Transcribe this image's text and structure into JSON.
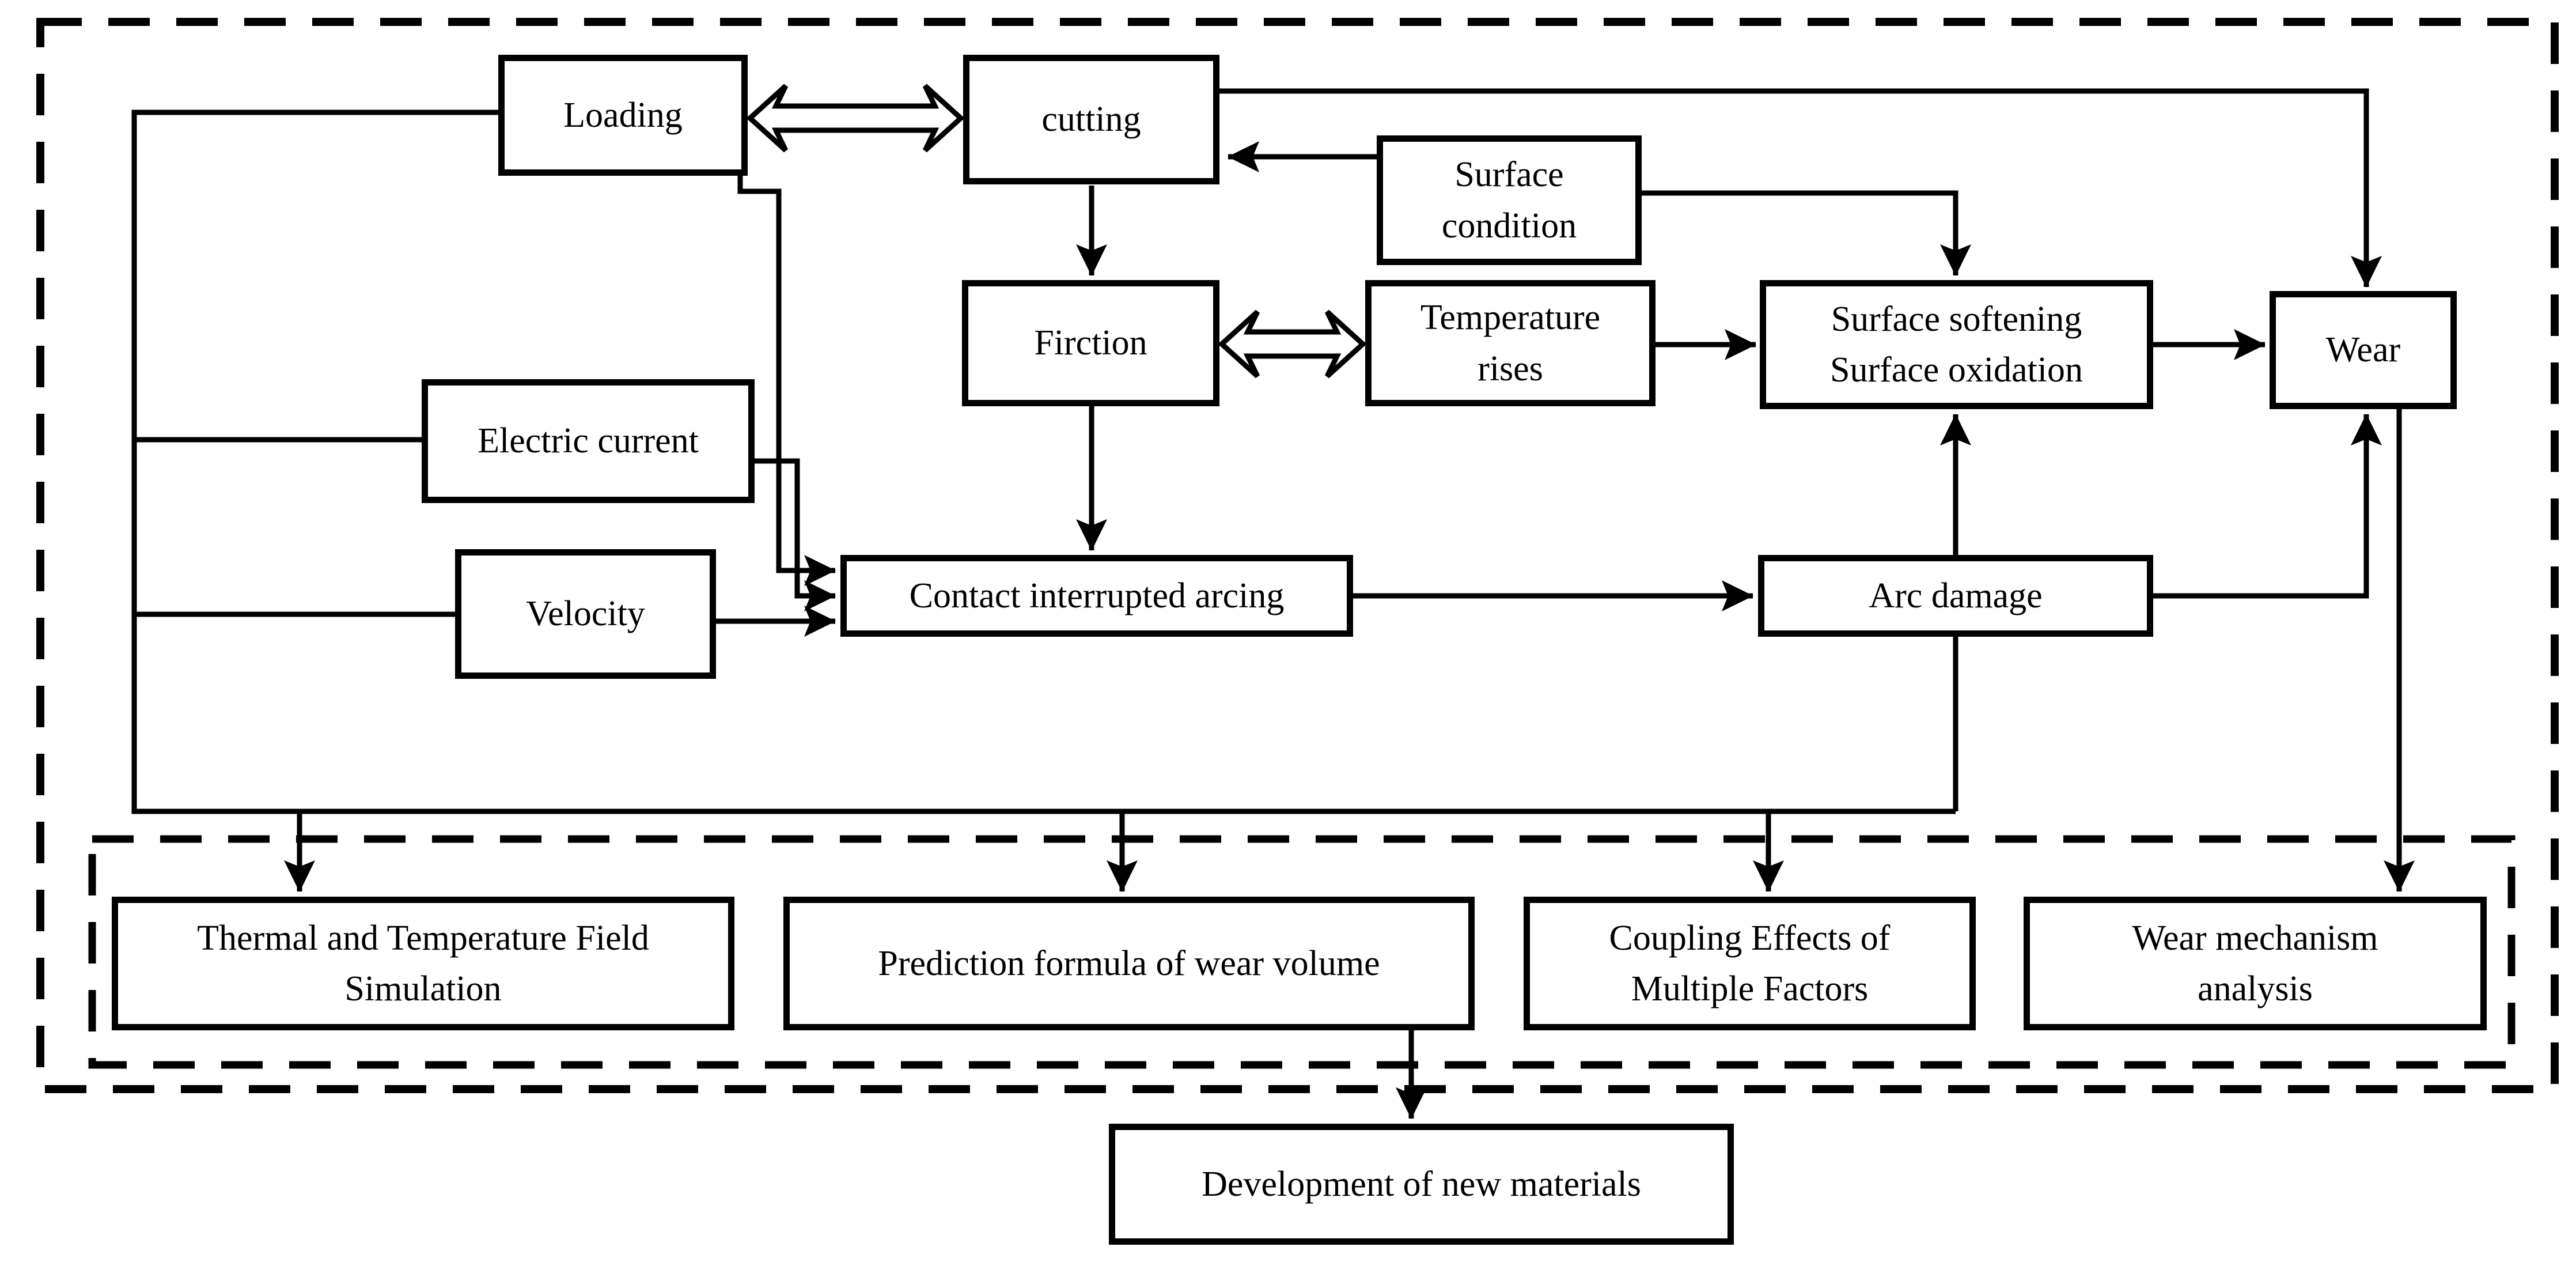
{
  "diagram": {
    "title": "",
    "colors": {
      "line": "#000000",
      "background": "#ffffff",
      "text": "#000000"
    },
    "nodes": {
      "loading": {
        "label": "Loading"
      },
      "cutting": {
        "label": "cutting"
      },
      "surface_condition": {
        "label": "Surface\ncondition"
      },
      "firction": {
        "label": "Firction"
      },
      "temperature_rises": {
        "label": "Temperature\nrises"
      },
      "surface_softening": {
        "label": "Surface softening\nSurface oxidation"
      },
      "wear": {
        "label": "Wear"
      },
      "electric_current": {
        "label": "Electric current"
      },
      "velocity": {
        "label": "Velocity"
      },
      "contact_arcing": {
        "label": "Contact interrupted arcing"
      },
      "arc_damage": {
        "label": "Arc damage"
      },
      "thermal_sim": {
        "label": "Thermal and Temperature Field\nSimulation"
      },
      "prediction": {
        "label": "Prediction formula of wear volume"
      },
      "coupling": {
        "label": "Coupling Effects of\nMultiple Factors"
      },
      "wear_mechanism": {
        "label": "Wear mechanism\nanalysis"
      },
      "development": {
        "label": "Development of new materials"
      }
    },
    "edges": [
      {
        "from": "loading",
        "to": "cutting",
        "type": "double-arrow"
      },
      {
        "from": "cutting",
        "to": "firction",
        "type": "arrow"
      },
      {
        "from": "cutting",
        "to": "wear",
        "type": "arrow"
      },
      {
        "from": "surface_condition",
        "to": "cutting",
        "type": "arrow"
      },
      {
        "from": "surface_condition",
        "to": "surface_softening",
        "type": "arrow"
      },
      {
        "from": "firction",
        "to": "temperature_rises",
        "type": "double-arrow"
      },
      {
        "from": "temperature_rises",
        "to": "surface_softening",
        "type": "arrow"
      },
      {
        "from": "surface_softening",
        "to": "wear",
        "type": "arrow"
      },
      {
        "from": "firction",
        "to": "contact_arcing",
        "type": "arrow"
      },
      {
        "from": "loading",
        "to": "contact_arcing",
        "type": "arrow"
      },
      {
        "from": "electric_current",
        "to": "contact_arcing",
        "type": "arrow"
      },
      {
        "from": "velocity",
        "to": "contact_arcing",
        "type": "arrow"
      },
      {
        "from": "contact_arcing",
        "to": "arc_damage",
        "type": "arrow"
      },
      {
        "from": "arc_damage",
        "to": "surface_softening",
        "type": "arrow"
      },
      {
        "from": "arc_damage",
        "to": "wear",
        "type": "arrow"
      },
      {
        "from": "factors_bus",
        "to": "thermal_sim",
        "type": "arrow"
      },
      {
        "from": "factors_bus",
        "to": "prediction",
        "type": "arrow"
      },
      {
        "from": "factors_bus",
        "to": "coupling",
        "type": "arrow"
      },
      {
        "from": "wear",
        "to": "wear_mechanism",
        "type": "arrow"
      },
      {
        "from": "prediction",
        "to": "development",
        "type": "arrow"
      }
    ]
  }
}
